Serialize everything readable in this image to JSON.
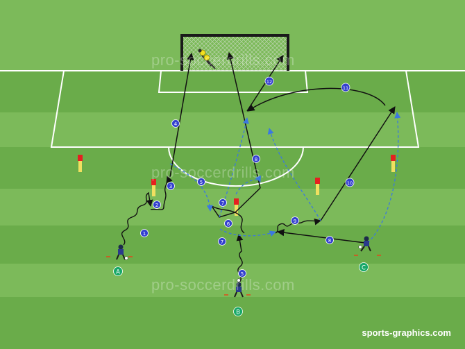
{
  "watermark": "pro-soccerdrills.com",
  "credit": "sports-graphics.com",
  "players": [
    {
      "id": "A",
      "label": "A"
    },
    {
      "id": "B",
      "label": "B"
    },
    {
      "id": "C",
      "label": "C"
    }
  ],
  "steps": [
    "1",
    "2",
    "3",
    "4",
    "5",
    "5",
    "6",
    "7",
    "7",
    "8",
    "8",
    "9",
    "10",
    "11",
    "12"
  ],
  "colors": {
    "grass_light": "#7cba5a",
    "grass_dark": "#6aac4a",
    "lines": "#ffffff",
    "step_marker": "#3340cf",
    "pass_arrow": "#3b78e0",
    "player_marker": "#18a868",
    "mannequin": "#e52020",
    "shot": "#111111"
  }
}
